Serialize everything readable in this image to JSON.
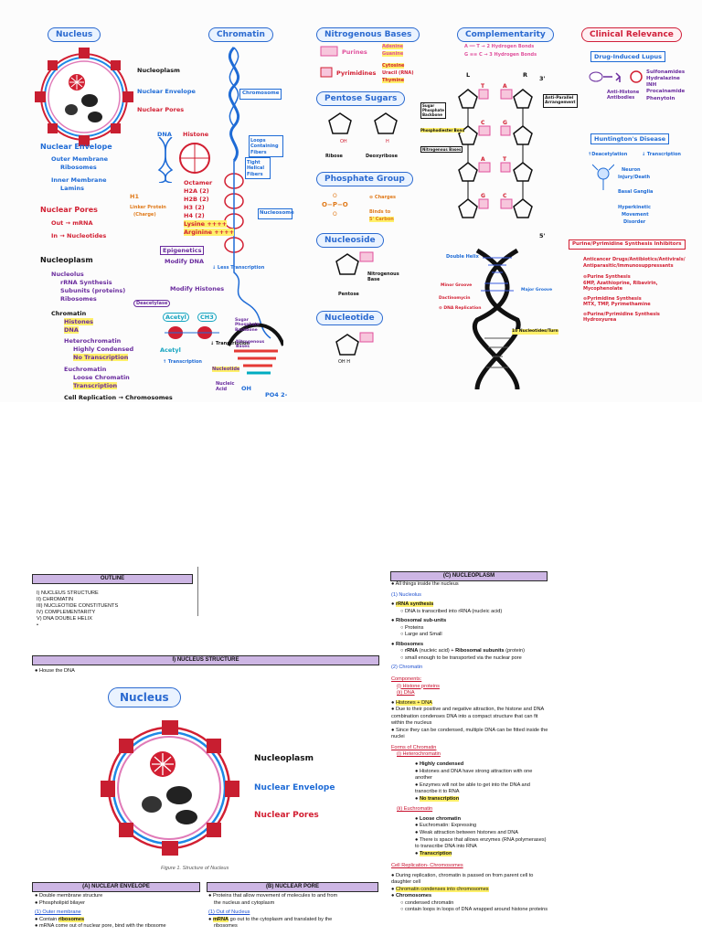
{
  "sheet": {
    "nucleus": {
      "title": "Nucleus",
      "labels": [
        "Nucleoplasm",
        "Nuclear Envelope",
        "Nuclear Pores"
      ],
      "envelope_head": "Nuclear Envelope",
      "envelope_items": [
        "Outer Membrane",
        "Ribosomes",
        "Inner Membrane",
        "Lamins"
      ],
      "pores_head": "Nuclear Pores",
      "pores_items": [
        "Out → mRNA",
        "In → Nucleotides"
      ],
      "plasm_head": "Nucleoplasm",
      "plasm_items": [
        "Nucleolus",
        "rRNA Synthesis",
        "Subunits (proteins)",
        "Ribosomes",
        "Chromatin",
        "Histones",
        "DNA",
        "Heterochromatin",
        "Highly Condensed",
        "No Transcription",
        "Euchromatin",
        "Loose Chromatin",
        "Transcription",
        "Cell Replication → Chromosomes"
      ]
    },
    "chromatin": {
      "title": "Chromatin",
      "dna": "DNA",
      "histone": "Histone",
      "histone_items": [
        "Octamer",
        "H2A (2)",
        "H2B (2)",
        "H3 (2)",
        "H4 (2)",
        "Lysine ++++",
        "Arginine ++++"
      ],
      "h1": "H1",
      "linker": [
        "Linker Protein",
        "(Charge)"
      ],
      "right_labels": [
        "Chromosome",
        "Loops Containing Fibers",
        "Tight Helical Fibers",
        "Nucleosome"
      ],
      "epigenetics": "Epigenetics",
      "modify_dna": "Modify DNA",
      "less_tx": "↓ Less Transcription",
      "modify_histones": "Modify Histones",
      "acetyl": "Acetyl",
      "ch3": "CH3",
      "tx_up": "↑ Transcription",
      "tx_down": "↓ Transcription",
      "deacetylase": "Deacetylase",
      "base_labels": [
        "Sugar",
        "Phosphate",
        "Backbone",
        "Nitrogenous",
        "Bases"
      ],
      "nucleotide": "Nucleotide",
      "nucleic_acid": [
        "Nucleic",
        "Acid"
      ],
      "oh": "OH",
      "po4": "PO4 2-"
    },
    "bases": {
      "title": "Nitrogenous Bases",
      "purines": "Purines",
      "purine_items": [
        "Adenine",
        "Guanine"
      ],
      "pyrimidines": "Pyrimidines",
      "pyr_items": [
        "Cytosine",
        "Uracil (RNA)",
        "Thymine"
      ],
      "pentose": "Pentose Sugars",
      "ribose": "Ribose",
      "deoxy": "Deoxyribose",
      "phosphate": "Phosphate Group",
      "phos_items": [
        "⊖ Charges",
        "Binds to",
        "5' Carbon"
      ],
      "nucleoside": "Nucleoside",
      "nitro_base": [
        "Nitrogenous",
        "Base"
      ],
      "pentose_lbl": "Pentose",
      "nucleotide": "Nucleotide"
    },
    "complementarity": {
      "title": "Complementarity",
      "pairs": [
        "A ══ T → 2 Hydrogen Bonds",
        "G ≡≡ C → 3 Hydrogen Bonds"
      ],
      "strand_l": "L",
      "strand_r": "R",
      "anti": [
        "Anti-Parallel",
        "Arrangement"
      ],
      "backbone": [
        "Sugar",
        "Phosphate",
        "Backbone"
      ],
      "phospho": "Phosphodiester Bond",
      "nitro": "Nitrogenous Bases",
      "ends": [
        "3'",
        "5'"
      ],
      "letters": [
        "T",
        "A",
        "C",
        "G",
        "A",
        "T",
        "G",
        "C"
      ],
      "double_helix": "Double Helix",
      "grooves": [
        "Minor Groove",
        "Major Groove"
      ],
      "dactinomycin": "Dactinomycin",
      "dna_replication": "⊖ DNA Replication",
      "nucleotides_turn": "10 Nucleotides/Turn"
    },
    "clinical": {
      "title": "Clinical Relevance",
      "lupus": "Drug-Induced Lupus",
      "lupus_drugs": [
        "Sulfonamides",
        "Hydralazine",
        "INH",
        "Procainamide",
        "Phenytoin"
      ],
      "anti_histone": [
        "Anti-Histone",
        "Antibodies"
      ],
      "huntington": "Huntington's Disease",
      "hd_items": [
        "↑Deacetylation",
        "↓ Transcription",
        "Neuron",
        "Injury/Death",
        "Basal Ganglia",
        "Hyperkinetic",
        "Movement",
        "Disorder"
      ],
      "pp_title": "Purine/Pyrimidine Synthesis Inhibitors",
      "pp_items": [
        "Anticancer Drugs/Antibiotics/Antivirals/",
        "Antiparasitic/Immunosuppressants",
        "⊖Purine Synthesis",
        "6MP, Azathioprine, Ribavirin,",
        "Mycophenolate",
        "⊖Pyrimidine Synthesis",
        "MTX, TMP, Pyrimethamine",
        "⊖Purine/Pyrimidine Synthesis",
        "Hydroxyurea"
      ]
    }
  },
  "doc": {
    "outline_header": "OUTLINE",
    "outline_items": [
      "I) NUCLEUS STRUCTURE",
      "II) CHROMATIN",
      "III) NUCLEOTIDE CONSTITUENTS",
      "IV) COMPLEMENTARITY",
      "V) DNA DOUBLE HELIX",
      "•"
    ],
    "nucleus_header": "I) NUCLEUS STRUCTURE",
    "house_dna": "House the DNA",
    "figure_title": "Nucleus",
    "figure_labels": [
      "Nucleoplasm",
      "Nuclear Envelope",
      "Nuclear Pores"
    ],
    "figure_caption": "Figure 1. Structure of Nucleus",
    "envelope_header": "(A) NUCLEAR ENVELOPE",
    "envelope_items": [
      "Double membrane structure",
      "Phospholipid bilayer"
    ],
    "outer_membrane": "(1) Outer membrane",
    "contain": "Contain",
    "ribosomes": "ribosomes",
    "mrna_line": "mRNA come out of nuclear pore, bind with the ribosome",
    "pore_header": "(B) NUCLEAR PORE",
    "pore_line1": "Proteins that allow movement of molecules to and from",
    "pore_line2": "the nucleus and cytoplasm",
    "out_of_nucleus": "(1) Out of Nucleus",
    "mrna": "mRNA",
    "mrna_go": "go out to the cytoplasm and translated by the",
    "ribosomes2": "ribosomes",
    "np_header": "(C) NUCLEOPLASM",
    "np_intro": "All things inside the nucleus",
    "nucleolus": "(1) Nucleolus",
    "rrna_synth": "rRNA synthesis",
    "rrna_sub": "DNA is transcribed into rRNA (nucleic acid)",
    "ribo_sub": "Ribosomal sub-units",
    "ribo_sub_items": [
      "Proteins",
      "Large and Small"
    ],
    "ribos": "Ribosomes",
    "ribos_line1a": "rRNA",
    "ribos_line1b": "(nucleic acid) +",
    "ribos_line1c": "Ribosomal subunits",
    "ribos_line1d": "(protein)",
    "ribos_line2": "small enough to be transported via the nuclear pore",
    "chromatin_sub": "(2) Chromatin",
    "components": "Components:",
    "comp_items": [
      "(i) Histone proteins",
      "(ii) DNA"
    ],
    "histones_dna": "Histones + DNA",
    "hd_bullets": [
      "Due to their positive and negative attraction, the histone and DNA combination condenses DNA into a compact structure that can fit within the nucleus",
      "Since they can be condensed, multiple DNA can be fitted inside the nuclei"
    ],
    "forms": "Forms of Chromatin",
    "hetero": "(i) Heterochromatin",
    "hetero_items": [
      "Highly condensed",
      "Histones and DNA have strong attraction with one another",
      "Enzymes will not be able to get into the DNA and transcribe it to RNA",
      "No transcription"
    ],
    "eu": "(ii) Euchromatin",
    "eu_items": [
      "Loose chromatin",
      "Euchromatin: Expressing",
      "Weak attraction between histones and DNA",
      "There is space that allows enzymes (RNA polymerases) to transcribe DNA into RNA",
      "Transcription"
    ],
    "cell_rep": "Cell Replication- Chromosomes",
    "cell_rep_items": [
      "During replication, chromatin is passed on from parent cell to daughter cell",
      "Chromatin condenses into chromosomes",
      "Chromosomes"
    ],
    "chromo_sub": [
      "condensed chromatin",
      "contain loops in loops of DNA wrapped around histone proteins"
    ]
  }
}
